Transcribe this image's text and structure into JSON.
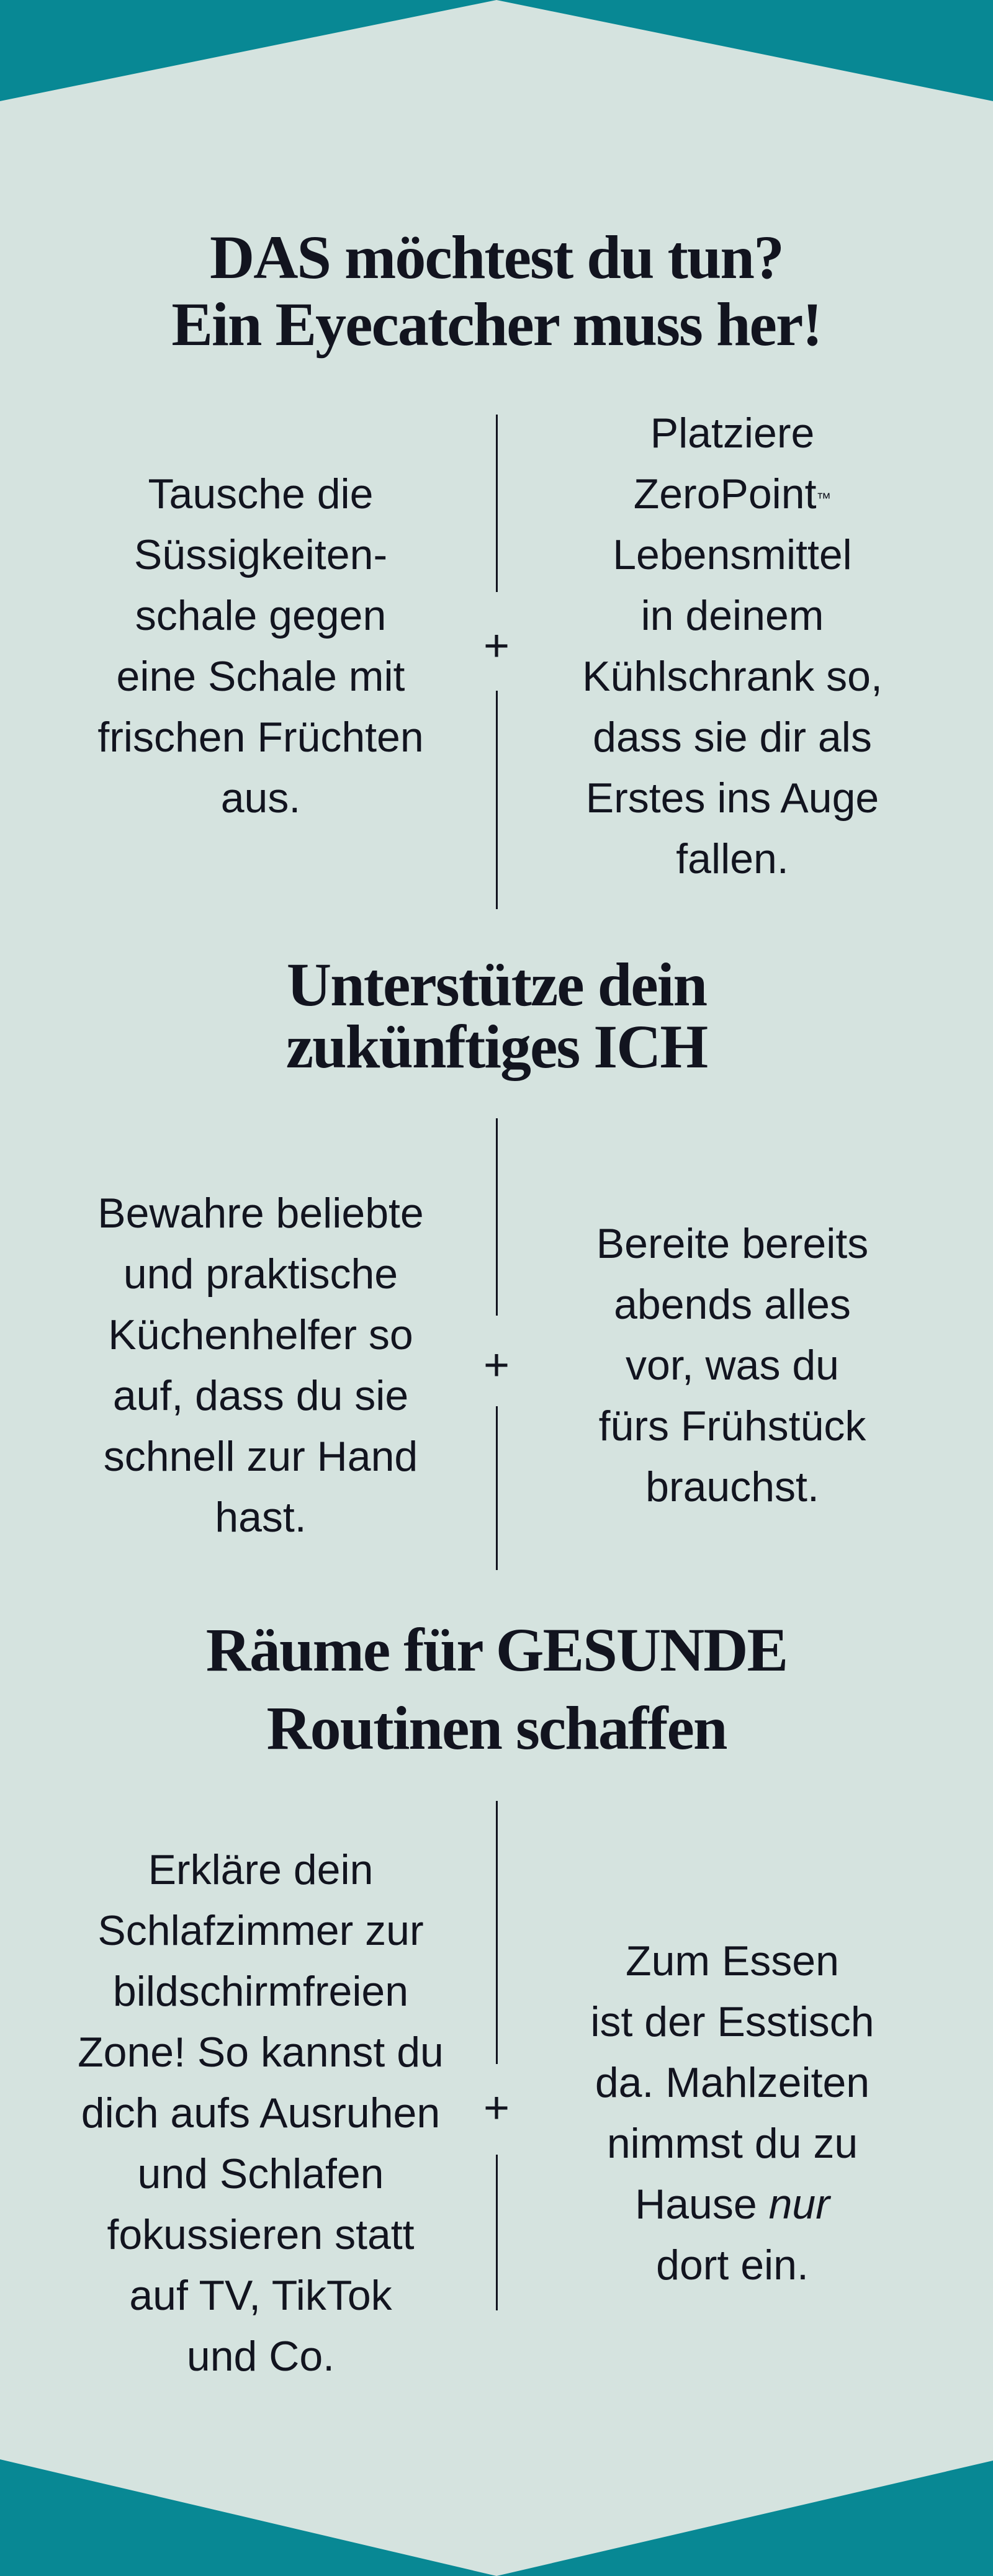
{
  "colors": {
    "background": "#d5e3df",
    "teal": "#088894",
    "text": "#12141f"
  },
  "sections": [
    {
      "title": [
        "DAS möchtest du tun?",
        "Ein Eyecatcher muss her!"
      ],
      "left": [
        "Tausche die",
        "Süssigkeiten-",
        "schale gegen",
        "eine Schale mit",
        "frischen Früchten",
        "aus."
      ],
      "right": [
        "Platziere",
        {
          "text": "ZeroPoint",
          "sup": "™"
        },
        "Lebensmittel",
        "in deinem",
        "Kühlschrank so,",
        "dass sie dir als",
        "Erstes ins Auge",
        "fallen."
      ],
      "plus": "+"
    },
    {
      "title": [
        "Unterstütze dein",
        "zukünftiges ICH"
      ],
      "left": [
        "Bewahre beliebte",
        "und praktische",
        "Küchenhelfer so",
        "auf, dass du sie",
        "schnell zur Hand",
        "hast."
      ],
      "right": [
        "Bereite bereits",
        "abends alles",
        "vor, was du",
        "fürs Frühstück",
        "brauchst."
      ],
      "plus": "+"
    },
    {
      "title": [
        "Räume für GESUNDE",
        "Routinen schaffen"
      ],
      "left": [
        "Erkläre dein",
        "Schlafzimmer zur",
        "bildschirmfreien",
        "Zone! So kannst du",
        "dich aufs Ausruhen",
        "und Schlafen",
        "fokussieren statt",
        "auf TV, TikTok",
        "und Co."
      ],
      "right": [
        "Zum Essen",
        "ist der Esstisch",
        "da. Mahlzeiten",
        "nimmst du zu",
        {
          "text": "Hause ",
          "em": "nur"
        },
        "dort ein."
      ],
      "plus": "+"
    }
  ]
}
